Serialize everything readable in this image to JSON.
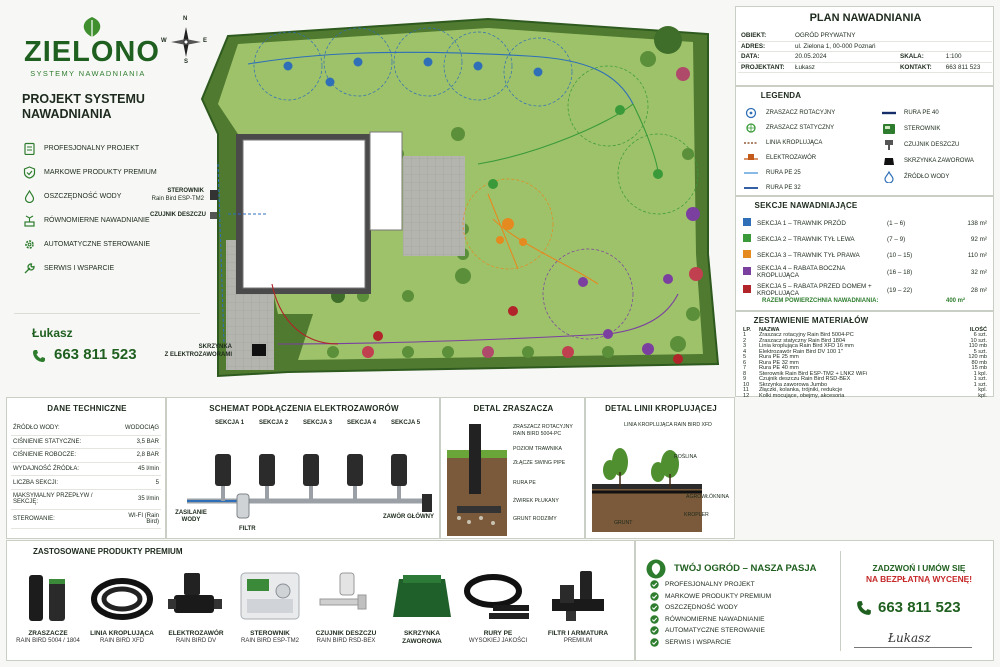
{
  "brand": {
    "name": "ZIELONO",
    "tagline": "SYSTEMY NAWADNIANIA"
  },
  "compass": {
    "n": "N",
    "s": "S",
    "e": "E",
    "w": "W"
  },
  "project": {
    "title_line1": "PROJEKT SYSTEMU",
    "title_line2": "NAWADNIANIA",
    "features": [
      {
        "icon": "clipboard-icon",
        "label": "PROFESJONALNY PROJEKT"
      },
      {
        "icon": "shield-check-icon",
        "label": "MARKOWE PRODUKTY PREMIUM"
      },
      {
        "icon": "water-drop-icon",
        "label": "OSZCZĘDNOŚĆ WODY"
      },
      {
        "icon": "sprinkler-icon",
        "label": "RÓWNOMIERNE NAWADNIANIE"
      },
      {
        "icon": "gear-icon",
        "label": "AUTOMATYCZNE STEROWANIE"
      },
      {
        "icon": "wrench-icon",
        "label": "SERWIS I WSPARCIE"
      }
    ],
    "contact_name": "Łukasz",
    "phone": "663 811 523"
  },
  "plan_labels": {
    "controller_line1": "STEROWNIK",
    "controller_line2": "Rain Bird ESP-TM2",
    "rain_sensor": "CZUJNIK DESZCZU",
    "valve_box_line1": "SKRZYNKA",
    "valve_box_line2": "Z ELEKTROZAWORAMI"
  },
  "plan_header": {
    "title": "PLAN NAWADNIANIA",
    "rows": [
      {
        "k": "OBIEKT:",
        "v": "OGRÓD PRYWATNY",
        "k2": "",
        "v2": ""
      },
      {
        "k": "ADRES:",
        "v": "ul. Zielona 1, 00-000 Poznań",
        "k2": "",
        "v2": ""
      },
      {
        "k": "DATA:",
        "v": "20.05.2024",
        "k2": "SKALA:",
        "v2": "1:100"
      },
      {
        "k": "PROJEKTANT:",
        "v": "Łukasz",
        "k2": "KONTAKT:",
        "v2": "663 811 523"
      }
    ]
  },
  "legend": {
    "title": "LEGENDA",
    "left": [
      {
        "icon": "rotary-sprinkler-icon",
        "label": "ZRASZACZ ROTACYJNY"
      },
      {
        "icon": "static-sprinkler-icon",
        "label": "ZRASZACZ STATYCZNY"
      },
      {
        "icon": "drip-line-icon",
        "label": "LINIA KROPLUJĄCA"
      },
      {
        "icon": "solenoid-valve-icon",
        "label": "ELEKTROZAWÓR"
      },
      {
        "icon": "pipe-25-icon",
        "label": "RURA PE 25"
      },
      {
        "icon": "pipe-32-icon",
        "label": "RURA PE 32"
      }
    ],
    "right": [
      {
        "icon": "pipe-40-icon",
        "label": "RURA PE 40"
      },
      {
        "icon": "controller-icon",
        "label": "STEROWNIK"
      },
      {
        "icon": "rain-sensor-icon",
        "label": "CZUJNIK DESZCZU"
      },
      {
        "icon": "valve-box-icon",
        "label": "SKRZYNKA ZAWOROWA"
      },
      {
        "icon": "water-source-icon",
        "label": "ŹRÓDŁO WODY"
      }
    ]
  },
  "sections": {
    "title": "SEKCJE NAWADNIAJĄCE",
    "items": [
      {
        "color": "#2f6fb8",
        "name": "SEKCJA 1 – TRAWNIK PRZÓD",
        "range": "(1 – 6)",
        "area": "138 m²"
      },
      {
        "color": "#3a9a3a",
        "name": "SEKCJA 2 – TRAWNIK TYŁ LEWA",
        "range": "(7 – 9)",
        "area": "92 m²"
      },
      {
        "color": "#e58a1f",
        "name": "SEKCJA 3 – TRAWNIK TYŁ PRAWA",
        "range": "(10 – 15)",
        "area": "110 m²"
      },
      {
        "color": "#7b3fa0",
        "name": "SEKCJA 4 – RABATA BOCZNA KROPLUJĄCA",
        "range": "(16 – 18)",
        "area": "32 m²"
      },
      {
        "color": "#b0242a",
        "name": "SEKCJA 5 – RABATA PRZED DOMEM + KROPLUJĄCA",
        "range": "(19 – 22)",
        "area": "28 m²"
      }
    ],
    "total_label": "RAZEM POWIERZCHNIA NAWADNIANIA:",
    "total_value": "400 m²"
  },
  "materials": {
    "title": "ZESTAWIENIE MATERIAŁÓW",
    "headers": [
      "LP.",
      "NAZWA",
      "ILOŚĆ"
    ],
    "rows": [
      [
        "1",
        "Zraszacz rotacyjny Rain Bird 5004-PC",
        "6 szt."
      ],
      [
        "2",
        "Zraszacz statyczny Rain Bird 1804",
        "10 szt."
      ],
      [
        "3",
        "Linia kroplująca Rain Bird XFD 16 mm",
        "110 mb"
      ],
      [
        "4",
        "Elektrozawór Rain Bird DV 100 1\"",
        "5 szt."
      ],
      [
        "5",
        "Rura PE 25 mm",
        "120 mb"
      ],
      [
        "6",
        "Rura PE 32 mm",
        "80 mb"
      ],
      [
        "7",
        "Rura PE 40 mm",
        "15 mb"
      ],
      [
        "8",
        "Sterownik Rain Bird ESP-TM2 + LNK2 WiFi",
        "1 kpl."
      ],
      [
        "9",
        "Czujnik deszczu Rain Bird RSD-BEX",
        "1 szt."
      ],
      [
        "10",
        "Skrzynka zaworowa Jumbo",
        "1 szt."
      ],
      [
        "11",
        "Złączki, kolanka, trójniki, redukcje",
        "kpl."
      ],
      [
        "12",
        "Kolki mocujące, obejmy, akcesoria",
        "kpl."
      ]
    ]
  },
  "tech": {
    "title": "DANE TECHNICZNE",
    "rows": [
      [
        "ŹRÓDŁO WODY:",
        "WODOCIĄG"
      ],
      [
        "CIŚNIENIE STATYCZNE:",
        "3,5 BAR"
      ],
      [
        "CIŚNIENIE ROBOCZE:",
        "2,8 BAR"
      ],
      [
        "WYDAJNOŚĆ ŹRÓDŁA:",
        "45 l/min"
      ],
      [
        "LICZBA SEKCJI:",
        "5"
      ],
      [
        "MAKSYMALNY PRZEPŁYW / SEKCJĘ:",
        "35 l/min"
      ],
      [
        "STEROWANIE:",
        "WI-FI (Rain Bird)"
      ]
    ]
  },
  "schema": {
    "title": "SCHEMAT PODŁĄCZENIA ELEKTROZAWORÓW",
    "sections": [
      "SEKCJA 1",
      "SEKCJA 2",
      "SEKCJA 3",
      "SEKCJA 4",
      "SEKCJA 5"
    ],
    "supply_line1": "ZASILANIE",
    "supply_line2": "WODY",
    "filter": "FILTR",
    "main_valve": "ZAWÓR GŁÓWNY"
  },
  "sprinkler_detail": {
    "title": "DETAL ZRASZACZA",
    "labels": [
      "ZRASZACZ ROTACYJNY RAIN BIRD 5004-PC",
      "POZIOM TRAWNIKA",
      "ZŁĄCZE SWING PIPE",
      "RURA PE",
      "ŻWIREK PŁUKANY",
      "GRUNT RODZIMY"
    ]
  },
  "drip_detail": {
    "title": "DETAL LINII KROPLUJĄCEJ",
    "labels": [
      "LINIA KROPLUJĄCA RAIN BIRD XFD",
      "ROŚLINA",
      "AGROWŁÓKNINA",
      "KROPLER",
      "GRUNT"
    ]
  },
  "products": {
    "title": "ZASTOSOWANE PRODUKTY PREMIUM",
    "items": [
      {
        "name": "ZRASZACZE",
        "sub": "RAIN BIRD 5004 / 1804"
      },
      {
        "name": "LINIA KROPLUJĄCA",
        "sub": "RAIN BIRD XFD"
      },
      {
        "name": "ELEKTROZAWÓR",
        "sub": "RAIN BIRD DV"
      },
      {
        "name": "STEROWNIK",
        "sub": "RAIN BIRD ESP-TM2"
      },
      {
        "name": "CZUJNIK DESZCZU",
        "sub": "RAIN BIRD RSD-BEX"
      },
      {
        "name": "SKRZYNKA ZAWOROWA",
        "sub": ""
      },
      {
        "name": "RURY PE",
        "sub": "WYSOKIEJ JAKOŚCI"
      },
      {
        "name": "FILTR I ARMATURA",
        "sub": "PREMIUM"
      }
    ]
  },
  "promo": {
    "title": "TWÓJ OGRÓD – NASZA PASJA",
    "items": [
      "PROFESJONALNY PROJEKT",
      "MARKOWE PRODUKTY PREMIUM",
      "OSZCZĘDNOŚĆ WODY",
      "RÓWNOMIERNE NAWADNIANIE",
      "AUTOMATYCZNE STEROWANIE",
      "SERWIS I WSPARCIE"
    ],
    "cta_line1": "ZADZWOŃ I UMÓW SIĘ",
    "cta_line2": "NA BEZPŁATNĄ WYCENĘ!",
    "phone": "663 811 523",
    "signature": "Łukasz"
  },
  "colors": {
    "brand_green": "#2e7d2e",
    "dark_green": "#1f5f1f",
    "accent_red": "#c62828",
    "lawn": "#9dc26a"
  }
}
